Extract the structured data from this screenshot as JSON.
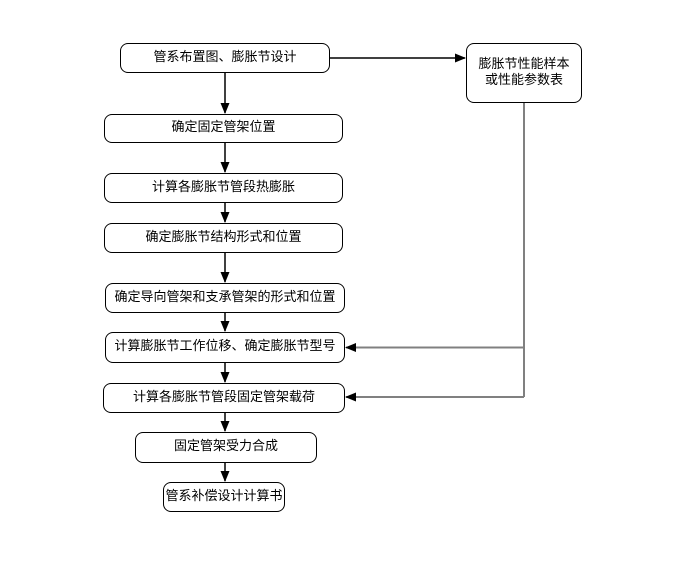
{
  "diagram": {
    "kind": "flowchart",
    "colors": {
      "background": "#ffffff",
      "box_border": "#000000",
      "box_fill": "#ffffff",
      "text": "#000000",
      "flow_connector": "#000000",
      "reference_drop_line": "#808080",
      "arrowhead": "#000000"
    },
    "steps": [
      {
        "label": "管系布置图、膨胀节设计"
      },
      {
        "label": "确定固定管架位置"
      },
      {
        "label": "计算各膨胀节管段热膨胀"
      },
      {
        "label": "确定膨胀节结构形式和位置"
      },
      {
        "label": "确定导向管架和支承管架的形式和位置"
      },
      {
        "label": "计算膨胀节工作位移、确定膨胀节型号"
      },
      {
        "label": "计算各膨胀节管段固定管架载荷"
      },
      {
        "label": "固定管架受力合成"
      },
      {
        "label": "管系补偿设计计算书"
      }
    ],
    "reference_box": {
      "label": "膨胀节性能样本\n或性能参数表"
    },
    "connections": {
      "main_flow": "step1→step2→step3→step4→step5→step6→step7→step8→step9",
      "side_flow": [
        "step1→reference_box",
        "reference_box→step6",
        "reference_box→step7"
      ]
    }
  }
}
